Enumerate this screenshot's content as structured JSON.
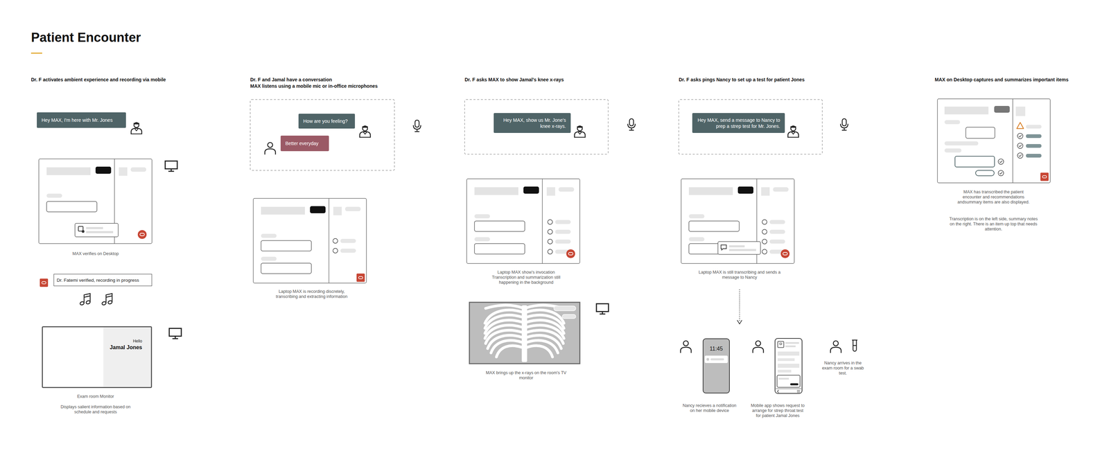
{
  "diagram": {
    "title": "Patient Encounter",
    "nodes": [
      {
        "text": [
          "Hey MAX, I'm here with Mr. Jones"
        ]
      },
      {
        "text": [
          "Dr. Fatemi verified, recording in progress"
        ]
      },
      {
        "text": [
          "Hello",
          "Jamal Jones"
        ]
      },
      {
        "text": [
          "How are you feeling?"
        ]
      },
      {
        "text": [
          "Better everyday"
        ]
      },
      {
        "text": [
          "Hey MAX, show us Mr. Jone's knee x-rays."
        ]
      },
      {
        "text": [
          "Hey MAX, send a message to Nancy to prep a strep test for Mr. Jones."
        ]
      },
      {
        "text": [
          "11:45"
        ]
      }
    ],
    "labels": [
      "Dr. F activates ambient experience and recording via mobile",
      "Dr. F and Jamal have a conversation",
      "MAX listens using a mobile mic or in-office microphones",
      "Dr. F asks MAX to show Jamal's knee x-rays",
      "Dr. F asks pings Nancy to set up a test for patient Jones",
      "MAX on Desktop captures and summarizes important items",
      "MAX verifies on Desktop",
      "Exam room Monitor",
      "Displays salient information based on schedule and requests",
      "Laptop MAX is recording discretely, transcribing and extracting information",
      "Laptop MAX show's invocation Transcription and summarization still happening in the background",
      "MAX brings up the x-rays on the room's TV monitor",
      "Laptop MAX is still transcribing and sends a message to Nancy",
      "Nancy recieves a notification on her mobile device",
      "Mobile app shows request to arrange for strep throat test for patient Jamal Jones",
      "Nancy arrives in the exam room for a swab test.",
      "MAX has transcribed the patient encounter and recommendations andsummary items are also displayed.",
      "Transcription is on the left side, summary notes on the right.  There is an item up top that needs attention."
    ]
  }
}
